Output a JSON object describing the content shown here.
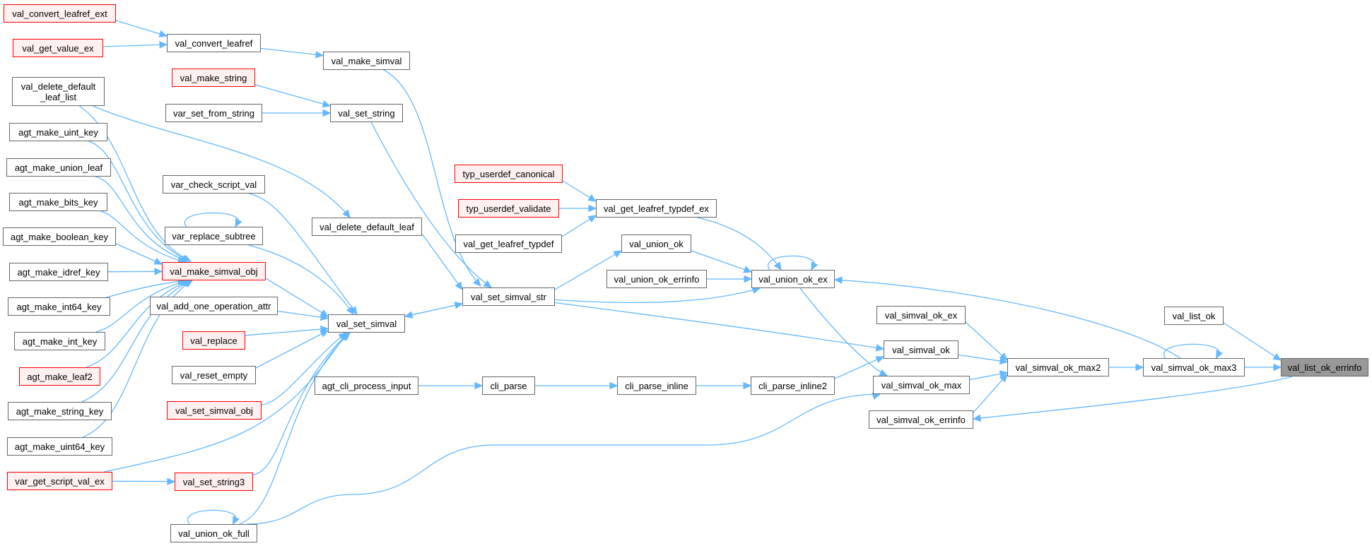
{
  "graph": {
    "title": "val_list_ok_errinfo caller graph",
    "colors": {
      "edge": "#63b8ff",
      "node_border": "#666666",
      "external_border": "#ff0000",
      "external_fill": "#fff0f0",
      "focus_fill": "#999999"
    },
    "nodes": [
      {
        "id": "n_convert_leafref_ext",
        "label": "val_convert_leafref_ext",
        "style": "ext"
      },
      {
        "id": "n_get_value_ex",
        "label": "val_get_value_ex",
        "style": "ext"
      },
      {
        "id": "n_delete_default_leaf_list",
        "label": "val_delete_default\n_leaf_list",
        "style": "normal"
      },
      {
        "id": "n_agt_make_uint_key",
        "label": "agt_make_uint_key",
        "style": "normal"
      },
      {
        "id": "n_agt_make_union_leaf",
        "label": "agt_make_union_leaf",
        "style": "normal"
      },
      {
        "id": "n_agt_make_bits_key",
        "label": "agt_make_bits_key",
        "style": "normal"
      },
      {
        "id": "n_agt_make_boolean_key",
        "label": "agt_make_boolean_key",
        "style": "normal"
      },
      {
        "id": "n_agt_make_idref_key",
        "label": "agt_make_idref_key",
        "style": "normal"
      },
      {
        "id": "n_agt_make_int64_key",
        "label": "agt_make_int64_key",
        "style": "normal"
      },
      {
        "id": "n_agt_make_int_key",
        "label": "agt_make_int_key",
        "style": "normal"
      },
      {
        "id": "n_agt_make_leaf2",
        "label": "agt_make_leaf2",
        "style": "ext"
      },
      {
        "id": "n_agt_make_string_key",
        "label": "agt_make_string_key",
        "style": "normal"
      },
      {
        "id": "n_agt_make_uint64_key",
        "label": "agt_make_uint64_key",
        "style": "normal"
      },
      {
        "id": "n_var_get_script_val_ex",
        "label": "var_get_script_val_ex",
        "style": "ext"
      },
      {
        "id": "n_convert_leafref",
        "label": "val_convert_leafref",
        "style": "normal"
      },
      {
        "id": "n_make_string",
        "label": "val_make_string",
        "style": "ext"
      },
      {
        "id": "n_var_set_from_string",
        "label": "var_set_from_string",
        "style": "normal"
      },
      {
        "id": "n_var_check_script_val",
        "label": "var_check_script_val",
        "style": "normal"
      },
      {
        "id": "n_var_replace_subtree",
        "label": "var_replace_subtree",
        "style": "normal"
      },
      {
        "id": "n_make_simval_obj",
        "label": "val_make_simval_obj",
        "style": "ext"
      },
      {
        "id": "n_add_one_operation_attr",
        "label": "val_add_one_operation_attr",
        "style": "normal"
      },
      {
        "id": "n_replace",
        "label": "val_replace",
        "style": "ext"
      },
      {
        "id": "n_reset_empty",
        "label": "val_reset_empty",
        "style": "normal"
      },
      {
        "id": "n_set_simval_obj",
        "label": "val_set_simval_obj",
        "style": "ext"
      },
      {
        "id": "n_set_string3",
        "label": "val_set_string3",
        "style": "ext"
      },
      {
        "id": "n_union_ok_full",
        "label": "val_union_ok_full",
        "style": "normal"
      },
      {
        "id": "n_make_simval",
        "label": "val_make_simval",
        "style": "normal"
      },
      {
        "id": "n_set_string",
        "label": "val_set_string",
        "style": "normal"
      },
      {
        "id": "n_delete_default_leaf",
        "label": "val_delete_default_leaf",
        "style": "normal"
      },
      {
        "id": "n_set_simval",
        "label": "val_set_simval",
        "style": "normal"
      },
      {
        "id": "n_agt_cli_process_input",
        "label": "agt_cli_process_input",
        "style": "normal"
      },
      {
        "id": "n_typ_userdef_canonical",
        "label": "typ_userdef_canonical",
        "style": "ext"
      },
      {
        "id": "n_typ_userdef_validate",
        "label": "typ_userdef_validate",
        "style": "ext"
      },
      {
        "id": "n_get_leafref_typdef",
        "label": "val_get_leafref_typdef",
        "style": "normal"
      },
      {
        "id": "n_set_simval_str",
        "label": "val_set_simval_str",
        "style": "normal"
      },
      {
        "id": "n_cli_parse",
        "label": "cli_parse",
        "style": "normal"
      },
      {
        "id": "n_get_leafref_typdef_ex",
        "label": "val_get_leafref_typdef_ex",
        "style": "normal"
      },
      {
        "id": "n_union_ok",
        "label": "val_union_ok",
        "style": "normal"
      },
      {
        "id": "n_union_ok_errinfo",
        "label": "val_union_ok_errinfo",
        "style": "normal"
      },
      {
        "id": "n_cli_parse_inline",
        "label": "cli_parse_inline",
        "style": "normal"
      },
      {
        "id": "n_union_ok_ex",
        "label": "val_union_ok_ex",
        "style": "normal"
      },
      {
        "id": "n_cli_parse_inline2",
        "label": "cli_parse_inline2",
        "style": "normal"
      },
      {
        "id": "n_simval_ok_ex",
        "label": "val_simval_ok_ex",
        "style": "normal"
      },
      {
        "id": "n_simval_ok",
        "label": "val_simval_ok",
        "style": "normal"
      },
      {
        "id": "n_simval_ok_max",
        "label": "val_simval_ok_max",
        "style": "normal"
      },
      {
        "id": "n_simval_ok_errinfo",
        "label": "val_simval_ok_errinfo",
        "style": "normal"
      },
      {
        "id": "n_simval_ok_max2",
        "label": "val_simval_ok_max2",
        "style": "normal"
      },
      {
        "id": "n_list_ok",
        "label": "val_list_ok",
        "style": "normal"
      },
      {
        "id": "n_simval_ok_max3",
        "label": "val_simval_ok_max3",
        "style": "normal"
      },
      {
        "id": "n_list_ok_errinfo",
        "label": "val_list_ok_errinfo",
        "style": "focus"
      }
    ],
    "edges": [
      {
        "from": "n_convert_leafref_ext",
        "to": "n_convert_leafref"
      },
      {
        "from": "n_get_value_ex",
        "to": "n_convert_leafref"
      },
      {
        "from": "n_convert_leafref",
        "to": "n_make_simval"
      },
      {
        "from": "n_make_string",
        "to": "n_set_string"
      },
      {
        "from": "n_var_set_from_string",
        "to": "n_set_string"
      },
      {
        "from": "n_delete_default_leaf_list",
        "to": "n_make_simval_obj"
      },
      {
        "from": "n_delete_default_leaf_list",
        "to": "n_delete_default_leaf"
      },
      {
        "from": "n_agt_make_uint_key",
        "to": "n_make_simval_obj"
      },
      {
        "from": "n_agt_make_union_leaf",
        "to": "n_make_simval_obj"
      },
      {
        "from": "n_agt_make_bits_key",
        "to": "n_make_simval_obj"
      },
      {
        "from": "n_agt_make_boolean_key",
        "to": "n_make_simval_obj"
      },
      {
        "from": "n_agt_make_idref_key",
        "to": "n_make_simval_obj"
      },
      {
        "from": "n_agt_make_int64_key",
        "to": "n_make_simval_obj"
      },
      {
        "from": "n_agt_make_int_key",
        "to": "n_make_simval_obj"
      },
      {
        "from": "n_agt_make_leaf2",
        "to": "n_make_simval_obj"
      },
      {
        "from": "n_agt_make_string_key",
        "to": "n_make_simval_obj"
      },
      {
        "from": "n_agt_make_uint64_key",
        "to": "n_make_simval_obj"
      },
      {
        "from": "n_var_get_script_val_ex",
        "to": "n_set_simval"
      },
      {
        "from": "n_var_get_script_val_ex",
        "to": "n_set_string3"
      },
      {
        "from": "n_var_check_script_val",
        "to": "n_set_simval"
      },
      {
        "from": "n_var_replace_subtree",
        "to": "n_var_replace_subtree"
      },
      {
        "from": "n_var_replace_subtree",
        "to": "n_set_simval"
      },
      {
        "from": "n_make_simval_obj",
        "to": "n_set_simval"
      },
      {
        "from": "n_add_one_operation_attr",
        "to": "n_set_simval"
      },
      {
        "from": "n_replace",
        "to": "n_set_simval"
      },
      {
        "from": "n_reset_empty",
        "to": "n_set_simval"
      },
      {
        "from": "n_set_simval_obj",
        "to": "n_set_simval"
      },
      {
        "from": "n_set_string3",
        "to": "n_set_simval"
      },
      {
        "from": "n_union_ok_full",
        "to": "n_set_simval"
      },
      {
        "from": "n_union_ok_full",
        "to": "n_union_ok_full"
      },
      {
        "from": "n_union_ok_full",
        "to": "n_simval_ok_max"
      },
      {
        "from": "n_make_simval",
        "to": "n_set_simval_str"
      },
      {
        "from": "n_set_string",
        "to": "n_set_simval_str"
      },
      {
        "from": "n_delete_default_leaf",
        "to": "n_set_simval_str"
      },
      {
        "from": "n_set_simval",
        "to": "n_set_simval_str"
      },
      {
        "from": "n_set_simval_str",
        "to": "n_set_simval"
      },
      {
        "from": "n_set_simval_str",
        "to": "n_union_ok"
      },
      {
        "from": "n_set_simval_str",
        "to": "n_union_ok_ex"
      },
      {
        "from": "n_set_simval_str",
        "to": "n_simval_ok"
      },
      {
        "from": "n_typ_userdef_canonical",
        "to": "n_get_leafref_typdef_ex"
      },
      {
        "from": "n_typ_userdef_validate",
        "to": "n_get_leafref_typdef_ex"
      },
      {
        "from": "n_get_leafref_typdef",
        "to": "n_get_leafref_typdef_ex"
      },
      {
        "from": "n_get_leafref_typdef_ex",
        "to": "n_union_ok_ex"
      },
      {
        "from": "n_union_ok",
        "to": "n_union_ok_ex"
      },
      {
        "from": "n_union_ok_errinfo",
        "to": "n_union_ok_ex"
      },
      {
        "from": "n_union_ok_ex",
        "to": "n_union_ok_ex"
      },
      {
        "from": "n_union_ok_ex",
        "to": "n_simval_ok_max"
      },
      {
        "from": "n_agt_cli_process_input",
        "to": "n_cli_parse"
      },
      {
        "from": "n_cli_parse",
        "to": "n_cli_parse_inline"
      },
      {
        "from": "n_cli_parse_inline",
        "to": "n_cli_parse_inline2"
      },
      {
        "from": "n_cli_parse_inline2",
        "to": "n_simval_ok"
      },
      {
        "from": "n_simval_ok_ex",
        "to": "n_simval_ok_max2"
      },
      {
        "from": "n_simval_ok",
        "to": "n_simval_ok_max2"
      },
      {
        "from": "n_simval_ok_max",
        "to": "n_simval_ok_max2"
      },
      {
        "from": "n_simval_ok_errinfo",
        "to": "n_simval_ok_max2"
      },
      {
        "from": "n_simval_ok_max2",
        "to": "n_simval_ok_max3"
      },
      {
        "from": "n_simval_ok_max3",
        "to": "n_simval_ok_max3"
      },
      {
        "from": "n_simval_ok_max3",
        "to": "n_union_ok_ex"
      },
      {
        "from": "n_simval_ok_max3",
        "to": "n_list_ok_errinfo"
      },
      {
        "from": "n_list_ok",
        "to": "n_list_ok_errinfo"
      },
      {
        "from": "n_list_ok_errinfo",
        "to": "n_simval_ok_errinfo"
      }
    ]
  }
}
